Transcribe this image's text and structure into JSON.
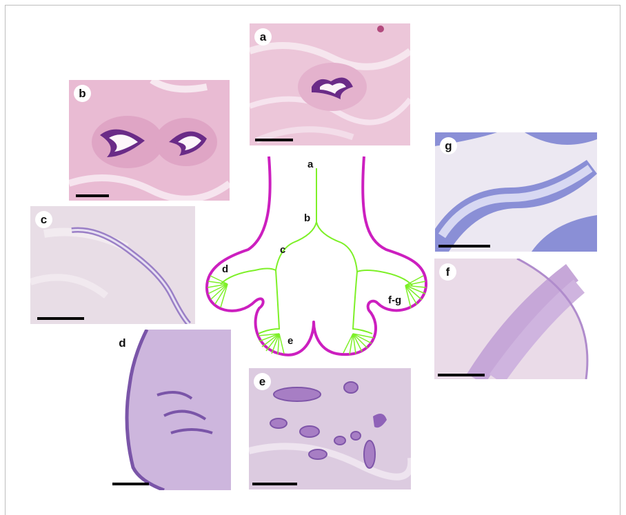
{
  "panels": {
    "a": {
      "label": "a"
    },
    "b": {
      "label": "b"
    },
    "c": {
      "label": "c"
    },
    "d": {
      "label": "d"
    },
    "e": {
      "label": "e"
    },
    "f": {
      "label": "f"
    },
    "g": {
      "label": "g"
    }
  },
  "diagram": {
    "labels": {
      "a": "a",
      "b": "b",
      "c": "c",
      "d": "d",
      "e": "e",
      "fg": "f-g"
    },
    "colors": {
      "wall": "#cc1fbf",
      "duct": "#7df027"
    }
  },
  "colors": {
    "he_pink": "#e9b7d2",
    "he_purple": "#6a2b87",
    "pale": "#e6dbe6",
    "lilac": "#cdb3db",
    "blue_epi": "#8a8fd6"
  }
}
